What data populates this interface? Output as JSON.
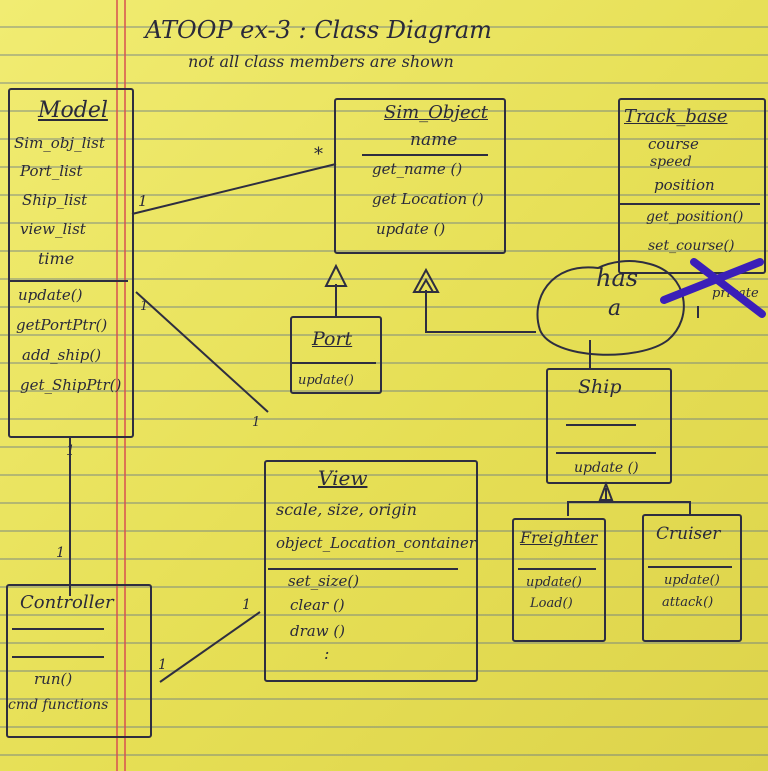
{
  "header": {
    "title": "ATOOP ex-3 : Class Diagram",
    "subtitle": "not all class members are shown"
  },
  "classes": {
    "model": {
      "name": "Model",
      "attributes": [
        "Sim_obj_list",
        "Port_list",
        "Ship_list",
        "view_list",
        "time"
      ],
      "methods": [
        "update()",
        "getPortPtr()",
        "add_ship()",
        "get_ShipPtr()"
      ]
    },
    "sim_object": {
      "name": "Sim_Object",
      "attributes": [
        "name"
      ],
      "methods": [
        "get_name ()",
        "get Location ()",
        "update ()"
      ]
    },
    "track_base": {
      "name": "Track_base",
      "attributes": [
        "course",
        "speed",
        "position"
      ],
      "methods": [
        "get_position()",
        "set_course()"
      ],
      "crossed_label": "private"
    },
    "port": {
      "name": "Port",
      "methods": [
        "update()"
      ]
    },
    "ship": {
      "name": "Ship",
      "methods": [
        "update ()"
      ]
    },
    "view": {
      "name": "View",
      "attributes": [
        "scale, size, origin",
        "object_Location_container"
      ],
      "methods": [
        "set_size()",
        "clear ()",
        "draw ()"
      ]
    },
    "freighter": {
      "name": "Freighter",
      "methods": [
        "update()",
        "Load()"
      ]
    },
    "cruiser": {
      "name": "Cruiser",
      "methods": [
        "update()",
        "attack()"
      ]
    },
    "controller": {
      "name": "Controller",
      "methods": [
        "run()",
        "cmd functions"
      ]
    }
  },
  "annotations": {
    "has_a": [
      "has",
      "a"
    ],
    "multiplicity": {
      "model_simobj_one": "1",
      "model_simobj_many": "*",
      "model_view_one_a": "1",
      "model_view_one_b": "1",
      "model_controller_top": "1",
      "model_controller_bottom": "1",
      "view_controller_view": "1",
      "view_controller_ctrl": "1"
    },
    "ellipsis": ":"
  },
  "colors": {
    "paper": "#ece563",
    "ink": "#2e2e40",
    "margin": "#d75050",
    "strike": "#3b1fb8"
  }
}
